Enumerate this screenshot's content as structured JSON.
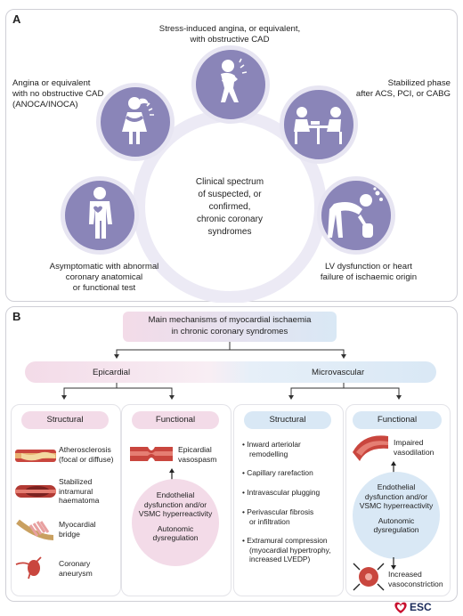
{
  "panel_a": {
    "letter": "A",
    "center_text": [
      "Clinical spectrum",
      "of suspected, or",
      "confirmed,",
      "chronic coronary",
      "syndromes"
    ],
    "nodes": [
      {
        "label": [
          "Stress-induced angina, or equivalent,",
          "with obstructive CAD"
        ],
        "icon": "clutching-chest-person-icon"
      },
      {
        "label": [
          "Angina or equivalent",
          "with no obstructive CAD",
          "(ANOCA/INOCA)"
        ],
        "icon": "woman-chest-pain-icon"
      },
      {
        "label": [
          "Stabilized phase",
          "after ACS, PCI, or CABG"
        ],
        "icon": "doctor-consultation-icon"
      },
      {
        "label": [
          "Asymptomatic with abnormal",
          "coronary anatomical",
          "or functional test"
        ],
        "icon": "standing-person-heart-icon"
      },
      {
        "label": [
          "LV dysfunction or heart",
          "failure of ischaemic origin"
        ],
        "icon": "breathless-person-icon"
      }
    ]
  },
  "panel_b": {
    "letter": "B",
    "title": [
      "Main mechanisms of myocardial ischaemia",
      "in chronic coronary syndromes"
    ],
    "epicardial": "Epicardial",
    "microvascular": "Microvascular",
    "epi_structural": {
      "header": "Structural",
      "items": [
        {
          "text": [
            "Atherosclerosis",
            "(focal or diffuse)"
          ],
          "icon": "atherosclerotic-artery-icon"
        },
        {
          "text": [
            "Stabilized",
            "intramural",
            "haematoma"
          ],
          "icon": "intramural-haematoma-icon"
        },
        {
          "text": [
            "Myocardial",
            "bridge"
          ],
          "icon": "myocardial-bridge-icon"
        },
        {
          "text": [
            "Coronary",
            "aneurysm"
          ],
          "icon": "coronary-aneurysm-icon"
        }
      ]
    },
    "epi_functional": {
      "header": "Functional",
      "top": [
        "Epicardial",
        "vasospasm"
      ],
      "icon": "vasospasm-artery-icon",
      "circle": [
        "Endothelial",
        "dysfunction and/or",
        "VSMC hyperreactivity",
        "",
        "Autonomic",
        "dysregulation"
      ]
    },
    "micro_structural": {
      "header": "Structural",
      "items": [
        [
          "Inward arteriolar",
          "remodelling"
        ],
        [
          "Capillary rarefaction"
        ],
        [
          "Intravascular plugging"
        ],
        [
          "Perivascular fibrosis",
          "or infiltration"
        ],
        [
          "Extramural compression",
          "(myocardial hypertrophy,",
          "increased LVEDP)"
        ]
      ]
    },
    "micro_functional": {
      "header": "Functional",
      "top": [
        "Impaired",
        "vasodilation"
      ],
      "circle": [
        "Endothelial",
        "dysfunction and/or",
        "VSMC hyperreactivity",
        "",
        "Autonomic",
        "dysregulation"
      ],
      "bottom": [
        "Increased",
        "vasoconstriction"
      ],
      "icon_top": "impaired-vasodilation-artery-icon",
      "icon_bottom": "vasoconstriction-vessel-icon"
    }
  },
  "logo": {
    "text": "ESC",
    "icon": "esc-heart-logo-icon"
  },
  "colors": {
    "circle": "#8a85b8",
    "ring": "#e7e5f2",
    "pink": "#f3dbe8",
    "blue": "#d9e8f5",
    "artery": "#c9463e"
  }
}
